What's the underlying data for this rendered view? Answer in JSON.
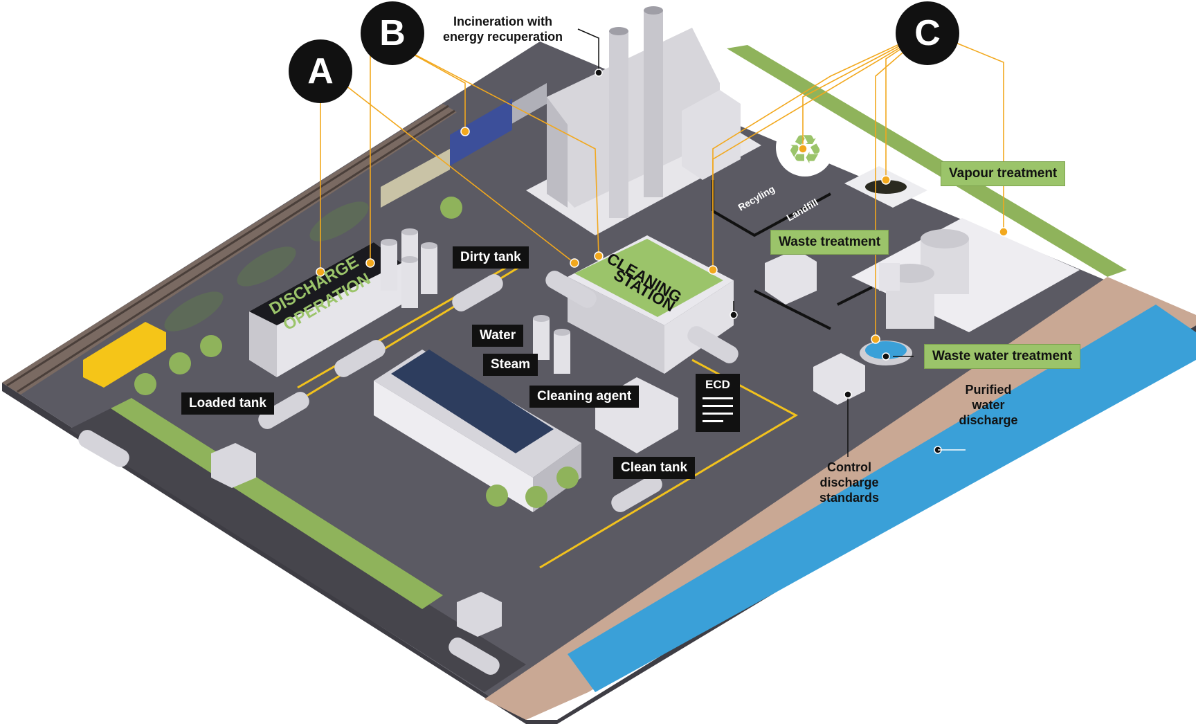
{
  "markers": {
    "a": "A",
    "b": "B",
    "c": "C"
  },
  "labels": {
    "incineration": [
      "Incineration with",
      "energy recuperation"
    ],
    "dirty_tank": "Dirty tank",
    "water": "Water",
    "steam": "Steam",
    "cleaning_agent": "Cleaning agent",
    "loaded_tank": "Loaded tank",
    "clean_tank": "Clean tank",
    "ecd": "ECD",
    "waste_treatment": "Waste treatment",
    "vapour_treatment": "Vapour treatment",
    "waste_water_treatment": "Waste water treatment",
    "purified_water": [
      "Purified",
      "water",
      "discharge"
    ],
    "control_discharge": [
      "Control",
      "discharge",
      "standards"
    ],
    "recycling": "Recyling",
    "landfill": "Landfill"
  },
  "signs": {
    "discharge": [
      "DISCHARGE",
      "OPERATION"
    ],
    "cleaning": [
      "CLEANING",
      "STATION"
    ]
  },
  "colors": {
    "accent_orange": "#f2a81d",
    "label_green": "#9bc46a",
    "water_blue": "#3aa0d8",
    "asphalt": "#5b5a63",
    "grass": "#8fb35b"
  },
  "icons": {
    "recycle": "recycle-icon",
    "document": "document-icon"
  }
}
